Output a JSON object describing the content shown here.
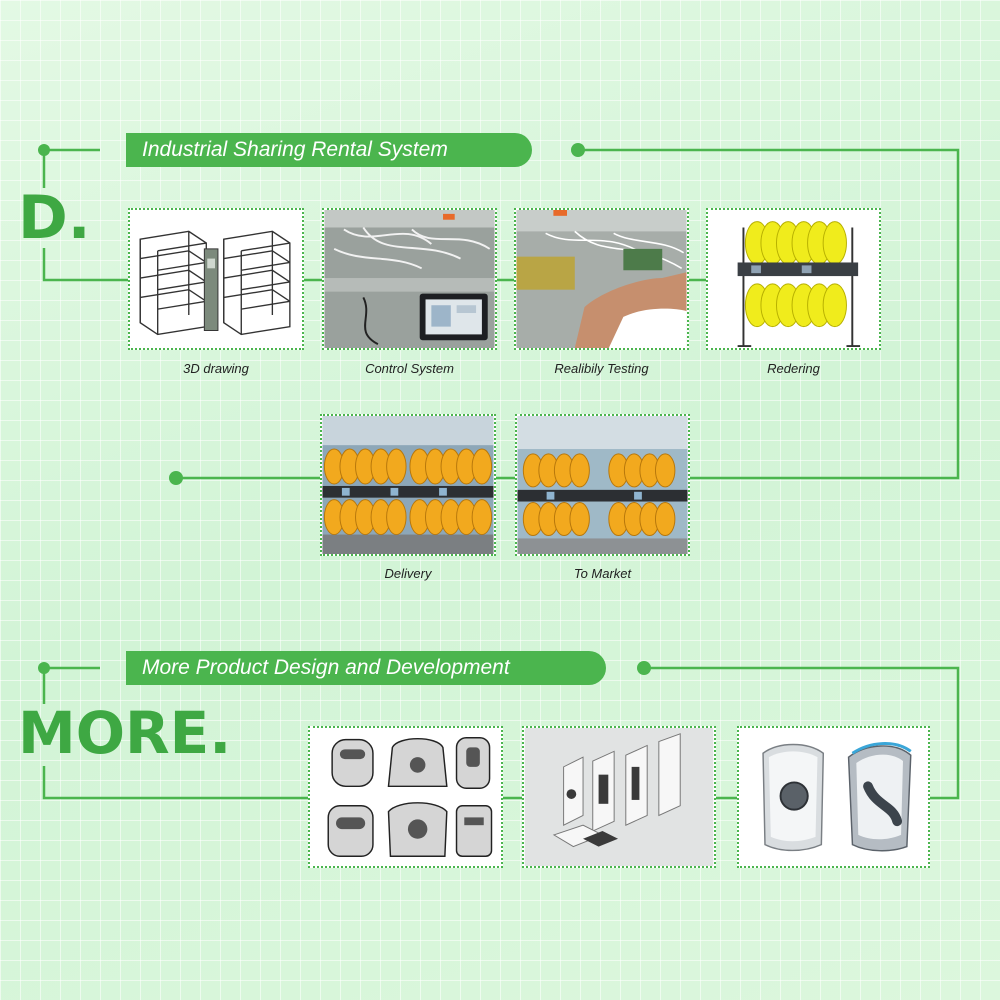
{
  "section_d": {
    "heading_letter": "D.",
    "title": "Industrial Sharing Rental System",
    "steps": [
      {
        "caption": "3D drawing",
        "image": "rack-frame-drawing"
      },
      {
        "caption": "Control System",
        "image": "control-panel-wiring-photo"
      },
      {
        "caption": "Realibily Testing",
        "image": "technician-testing-photo"
      },
      {
        "caption": "Redering",
        "image": "yellow-float-rack-render"
      },
      {
        "caption": "Delivery",
        "image": "installed-racks-photo"
      },
      {
        "caption": "To Market",
        "image": "market-racks-photo"
      }
    ]
  },
  "section_more": {
    "heading_letter": "MORE.",
    "title": "More Product Design and Development",
    "gallery": [
      {
        "image": "appliance-sketches"
      },
      {
        "image": "exploded-product-view"
      },
      {
        "image": "air-purifier-renders"
      }
    ]
  },
  "colors": {
    "accent": "#4bb54e",
    "heading": "#3ea843",
    "background": "#dcf7de"
  }
}
